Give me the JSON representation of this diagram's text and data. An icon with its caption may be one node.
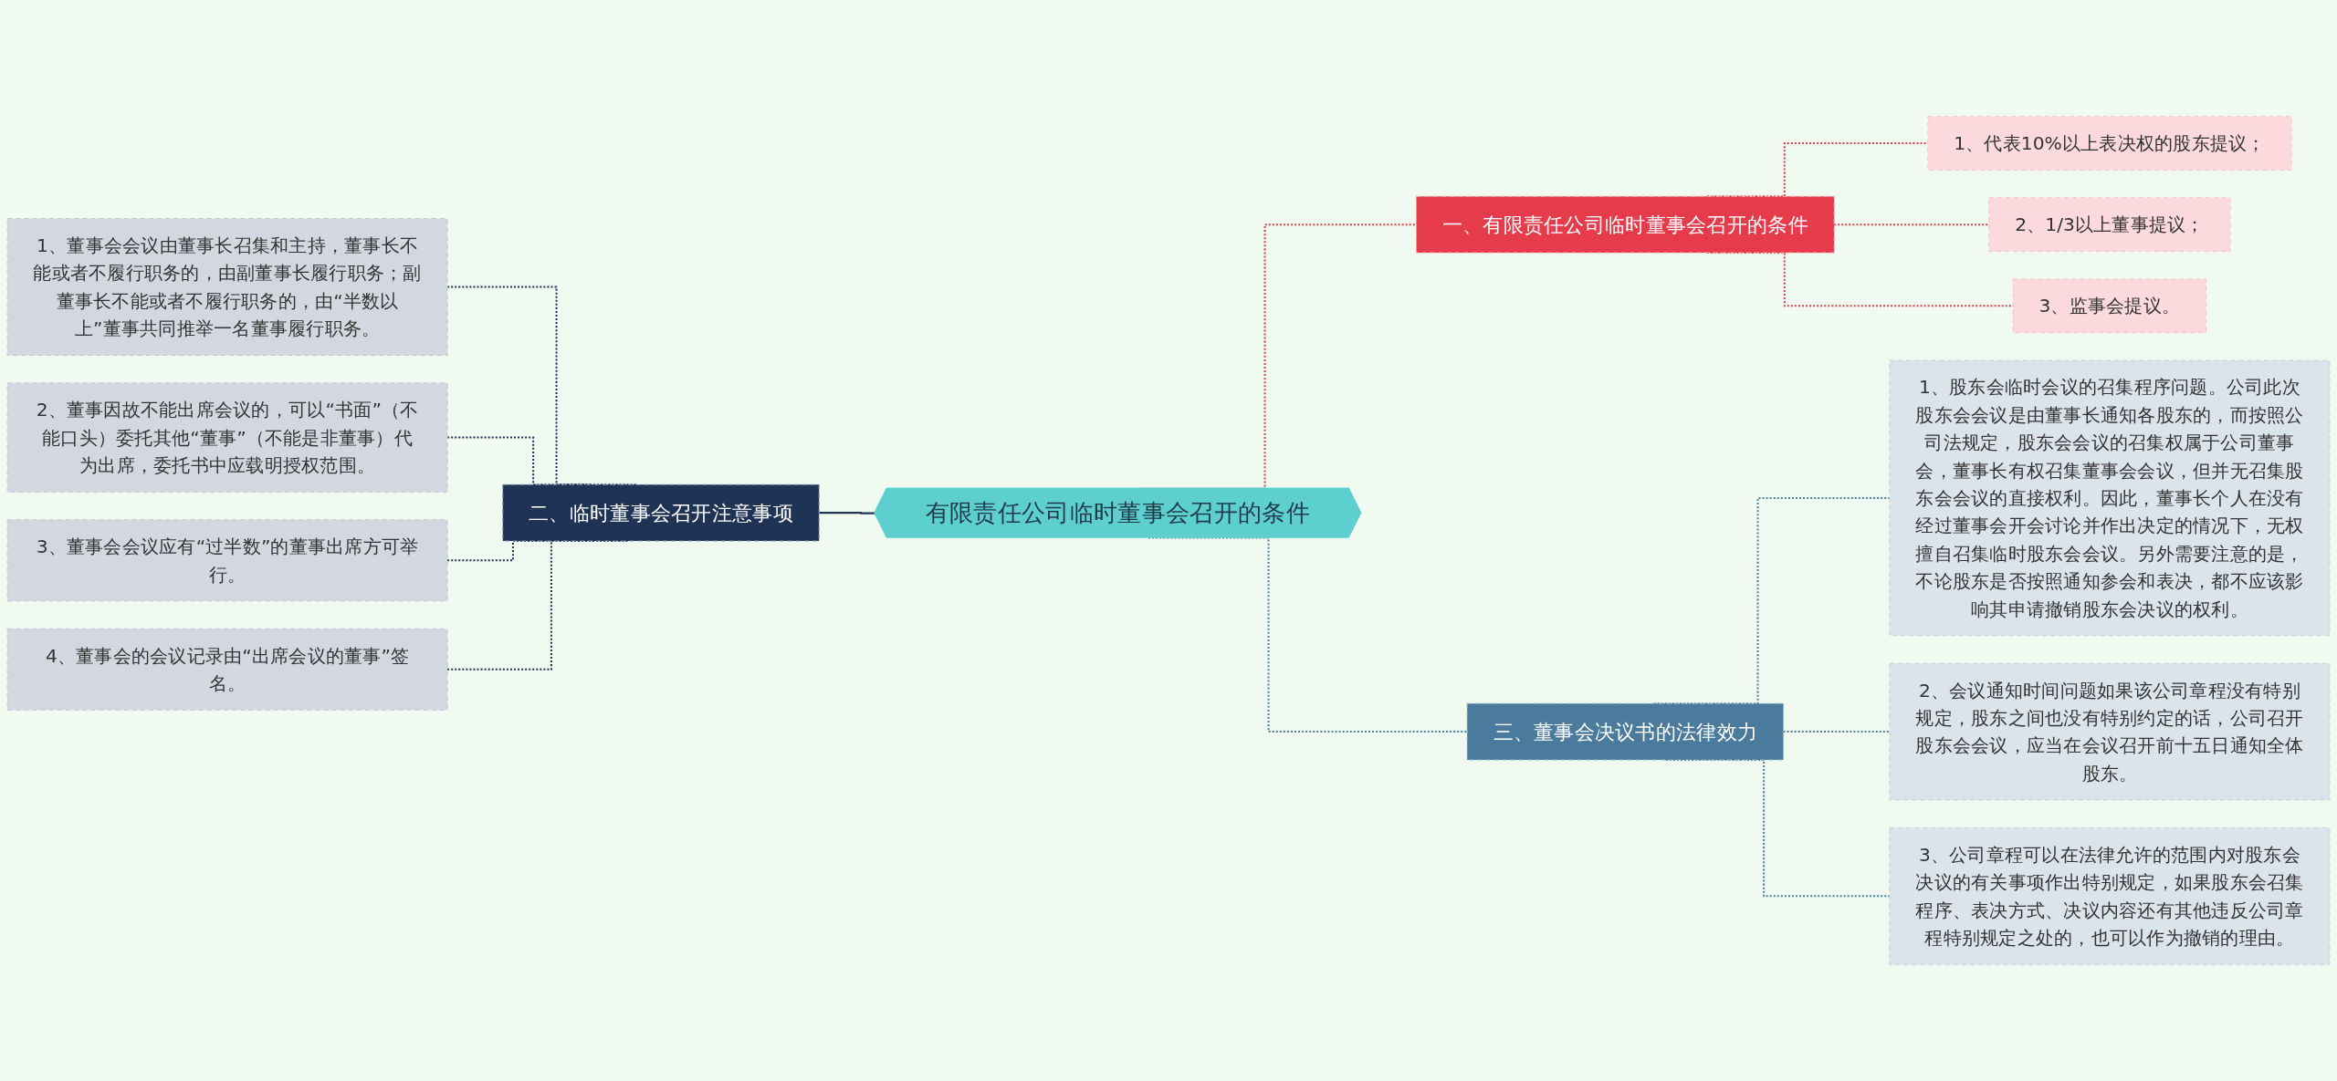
{
  "diagram": {
    "nodes": [
      {
        "text": [
          "有限责任公司临时董事会召开的条件"
        ]
      },
      {
        "text": [
          "一、有限责任公司临时董事会召开的条件"
        ]
      },
      {
        "text": [
          "1、代表10%以上表决权的股东提议；"
        ]
      },
      {
        "text": [
          "2、1/3以上董事提议；"
        ]
      },
      {
        "text": [
          "3、监事会提议。"
        ]
      },
      {
        "text": [
          "二、临时董事会召开注意事项"
        ]
      },
      {
        "text": [
          "1、董事会会议由董事长召集和主持，董事长不能或者不履行职务的，由副董事长履行职务；副董事长不能或者不履行职务的，由“半数以上”董事共同推举一名董事履行职务。"
        ]
      },
      {
        "text": [
          "2、董事因故不能出席会议的，可以“书面”（不能口头）委托其他“董事”（不能是非董事）代为出席，委托书中应载明授权范围。"
        ]
      },
      {
        "text": [
          "3、董事会会议应有“过半数”的董事出席方可举行。"
        ]
      },
      {
        "text": [
          "4、董事会的会议记录由“出席会议的董事”签名。"
        ]
      },
      {
        "text": [
          "三、董事会决议书的法律效力"
        ]
      },
      {
        "text": [
          "1、股东会临时会议的召集程序问题。公司此次股东会会议是由董事长通知各股东的，而按照公司法规定，股东会会议的召集权属于公司董事会，董事长有权召集董事会会议，但并无召集股东会会议的直接权利。因此，董事长个人在没有经过董事会开会讨论并作出决定的情况下，无权擅自召集临时股东会会议。另外需要注意的是，不论股东是否按照通知参会和表决，都不应该影响其申请撤销股东会决议的权利。"
        ]
      },
      {
        "text": [
          "2、会议通知时间问题如果该公司章程没有特别规定，股东之间也没有特别约定的话，公司召开股东会会议，应当在会议召开前十五日通知全体股东。"
        ]
      },
      {
        "text": [
          "3、公司章程可以在法律允许的范围内对股东会决议的有关事项作出特别规定，如果股东会召集程序、表决方式、决议内容还有其他违反公司章程特别规定之处的，也可以作为撤销的理由。"
        ]
      }
    ],
    "edges": [
      {
        "from": 0,
        "to": 1,
        "arrow": "none",
        "style": "dashed",
        "color": "#d0454f"
      },
      {
        "from": 1,
        "to": 2,
        "arrow": "none",
        "style": "dashed",
        "color": "#d0454f"
      },
      {
        "from": 1,
        "to": 3,
        "arrow": "none",
        "style": "dashed",
        "color": "#d0454f"
      },
      {
        "from": 1,
        "to": 4,
        "arrow": "none",
        "style": "dashed",
        "color": "#d0454f"
      },
      {
        "from": 5,
        "to": 0,
        "arrow": "none"
      },
      {
        "from": 6,
        "to": 5,
        "arrow": "none",
        "style": "dashed"
      },
      {
        "from": 7,
        "to": 5,
        "arrow": "none",
        "style": "dashed"
      },
      {
        "from": 8,
        "to": 5,
        "arrow": "none",
        "style": "dashed"
      },
      {
        "from": 9,
        "to": 5,
        "arrow": "none",
        "style": "dashed"
      },
      {
        "from": 0,
        "to": 10,
        "arrow": "none",
        "style": "dashed",
        "color": "#4f7fa0"
      },
      {
        "from": 10,
        "to": 11,
        "arrow": "none",
        "style": "dashed",
        "color": "#4f7fa0"
      },
      {
        "from": 10,
        "to": 12,
        "arrow": "none",
        "style": "dashed",
        "color": "#4f7fa0"
      },
      {
        "from": 10,
        "to": 13,
        "arrow": "none",
        "style": "dashed",
        "color": "#4f7fa0"
      }
    ]
  }
}
